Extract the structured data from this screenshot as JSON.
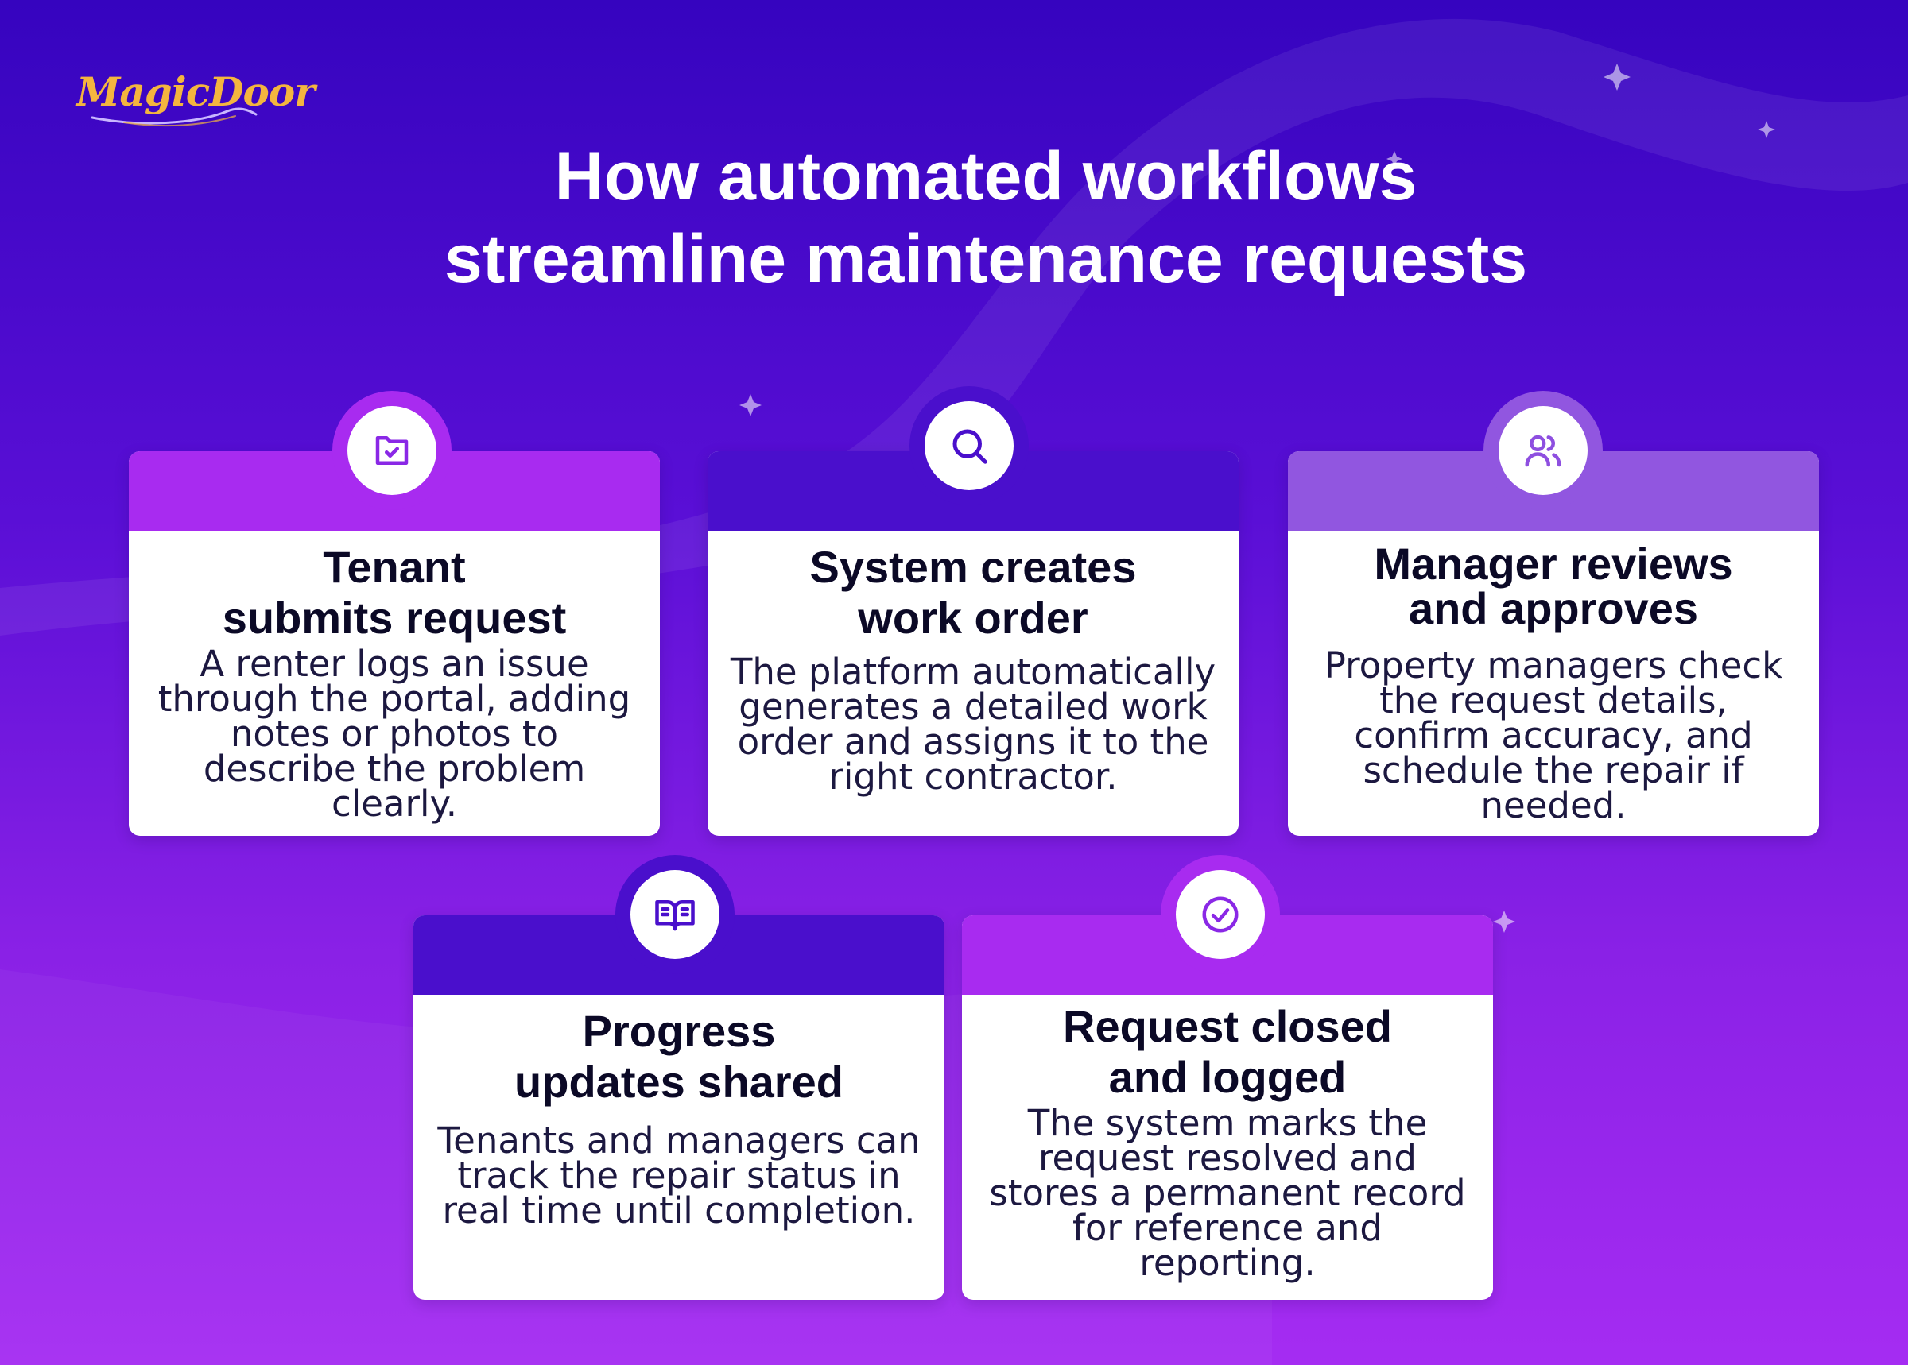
{
  "brand": {
    "logo_text": "MagicDoor"
  },
  "headline": {
    "line1": "How automated workflows",
    "line2": "streamline maintenance requests"
  },
  "colors": {
    "accent_magenta": "#a82bf0",
    "accent_indigo": "#4a0fcc",
    "accent_lavender": "#9156e0",
    "logo_gold": "#f4b53f",
    "text_dark": "#0b0926"
  },
  "steps": [
    {
      "icon": "folder-check-icon",
      "title_line1": "Tenant",
      "title_line2": "submits request",
      "description": "A renter logs an issue through the portal, adding notes or photos to describe the problem clearly."
    },
    {
      "icon": "search-icon",
      "title_line1": "System creates",
      "title_line2": "work order",
      "description": "The platform automatically generates a detailed work order and assigns it to the right contractor."
    },
    {
      "icon": "users-icon",
      "title_line1": "Manager reviews",
      "title_line2": "and approves",
      "description": "Property managers check the request details, confirm accuracy, and schedule the repair if needed."
    },
    {
      "icon": "book-open-icon",
      "title_line1": "Progress",
      "title_line2": "updates shared",
      "description": "Tenants and managers can track the repair status in real time until completion."
    },
    {
      "icon": "check-circle-icon",
      "title_line1": "Request closed",
      "title_line2": "and logged",
      "description": "The system marks the request resolved and stores a permanent record for reference and reporting."
    }
  ]
}
